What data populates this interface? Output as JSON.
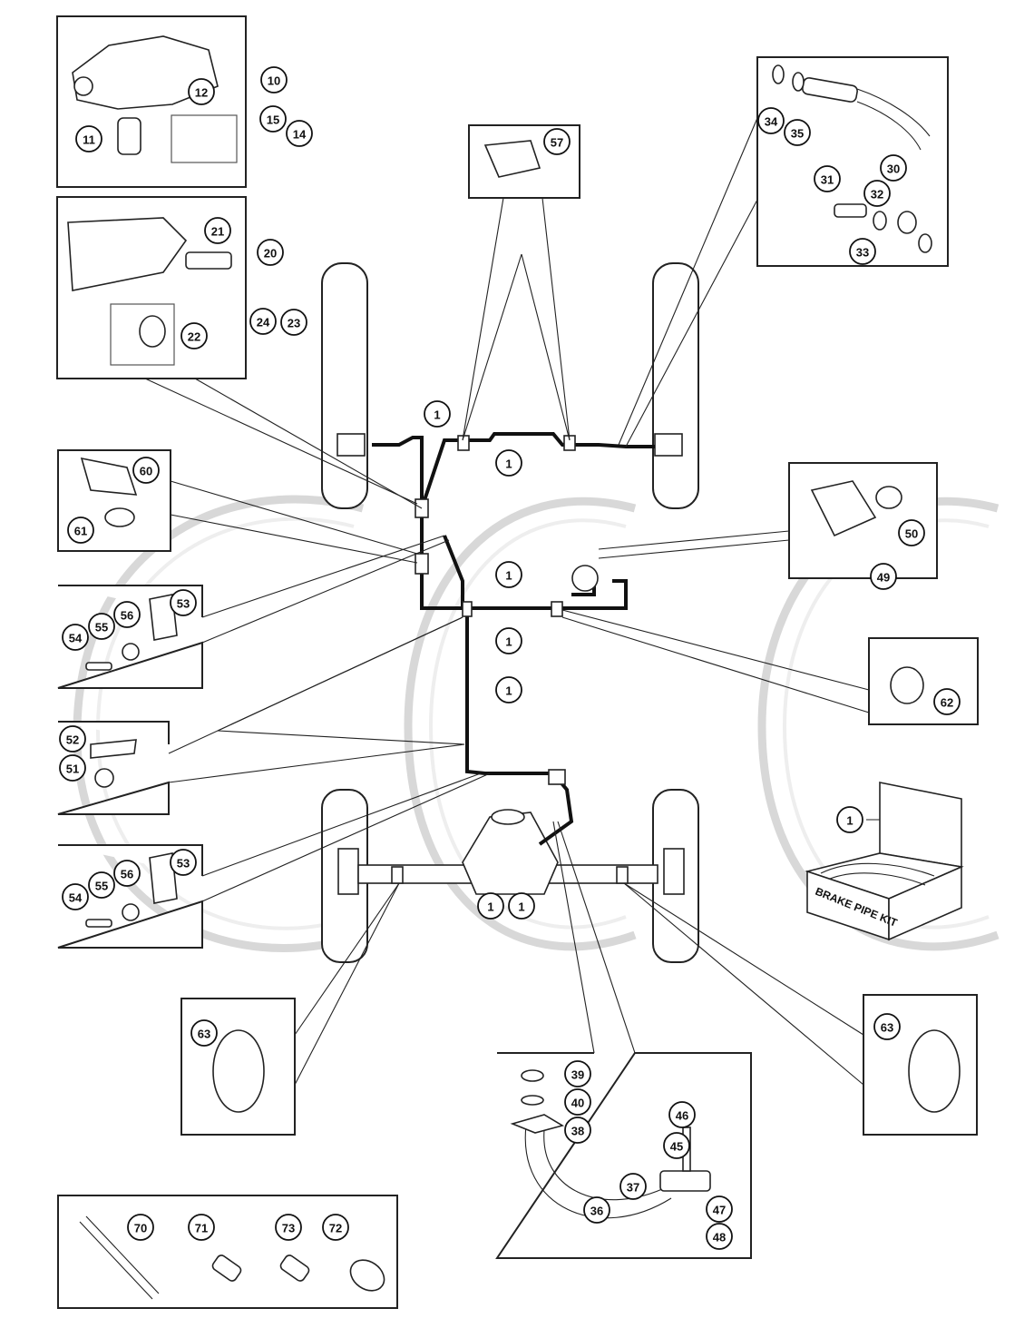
{
  "diagram": {
    "title": "Brake pipe layout exploded parts diagram",
    "watermark": "CCC",
    "kit_label": "BRAKE PIPE KIT",
    "panels": [
      {
        "id": "pressure-differential-valve-a",
        "callouts": [
          "10",
          "11",
          "12",
          "14",
          "15"
        ]
      },
      {
        "id": "pressure-differential-valve-b",
        "callouts": [
          "20",
          "21",
          "22",
          "23",
          "24"
        ]
      },
      {
        "id": "front-flexible-hose",
        "callouts": [
          "30",
          "31",
          "32",
          "33",
          "34",
          "35"
        ]
      },
      {
        "id": "pipe-clip-top",
        "callouts": [
          "57"
        ]
      },
      {
        "id": "clip-60-61",
        "callouts": [
          "60",
          "61"
        ]
      },
      {
        "id": "clip-screw-set-upper",
        "callouts": [
          "53",
          "54",
          "55",
          "56"
        ]
      },
      {
        "id": "clip-51-52",
        "callouts": [
          "51",
          "52"
        ]
      },
      {
        "id": "clip-screw-set-lower",
        "callouts": [
          "53",
          "54",
          "55",
          "56"
        ]
      },
      {
        "id": "connector-49-50",
        "callouts": [
          "49",
          "50"
        ]
      },
      {
        "id": "clip-62",
        "callouts": [
          "62"
        ]
      },
      {
        "id": "brake-pipe-kit",
        "callouts": [
          "1"
        ]
      },
      {
        "id": "axle-clamp-left",
        "callouts": [
          "63"
        ]
      },
      {
        "id": "axle-clamp-right",
        "callouts": [
          "63"
        ]
      },
      {
        "id": "rear-hose-assembly",
        "callouts": [
          "36",
          "37",
          "38",
          "39",
          "40",
          "45",
          "46",
          "47",
          "48"
        ]
      },
      {
        "id": "pipe-and-unions",
        "callouts": [
          "70",
          "71",
          "72",
          "73"
        ]
      }
    ],
    "callouts": [
      {
        "n": "10"
      },
      {
        "n": "11"
      },
      {
        "n": "12"
      },
      {
        "n": "15"
      },
      {
        "n": "14"
      },
      {
        "n": "21"
      },
      {
        "n": "20"
      },
      {
        "n": "24"
      },
      {
        "n": "23"
      },
      {
        "n": "22"
      },
      {
        "n": "57"
      },
      {
        "n": "34"
      },
      {
        "n": "35"
      },
      {
        "n": "30"
      },
      {
        "n": "31"
      },
      {
        "n": "32"
      },
      {
        "n": "33"
      },
      {
        "n": "1"
      },
      {
        "n": "1"
      },
      {
        "n": "1"
      },
      {
        "n": "1"
      },
      {
        "n": "1"
      },
      {
        "n": "1"
      },
      {
        "n": "1"
      },
      {
        "n": "60"
      },
      {
        "n": "61"
      },
      {
        "n": "54"
      },
      {
        "n": "55"
      },
      {
        "n": "56"
      },
      {
        "n": "53"
      },
      {
        "n": "52"
      },
      {
        "n": "51"
      },
      {
        "n": "54"
      },
      {
        "n": "55"
      },
      {
        "n": "56"
      },
      {
        "n": "53"
      },
      {
        "n": "49"
      },
      {
        "n": "50"
      },
      {
        "n": "62"
      },
      {
        "n": "1"
      },
      {
        "n": "63"
      },
      {
        "n": "63"
      },
      {
        "n": "39"
      },
      {
        "n": "40"
      },
      {
        "n": "38"
      },
      {
        "n": "46"
      },
      {
        "n": "45"
      },
      {
        "n": "37"
      },
      {
        "n": "36"
      },
      {
        "n": "47"
      },
      {
        "n": "48"
      },
      {
        "n": "70"
      },
      {
        "n": "71"
      },
      {
        "n": "73"
      },
      {
        "n": "72"
      }
    ]
  }
}
